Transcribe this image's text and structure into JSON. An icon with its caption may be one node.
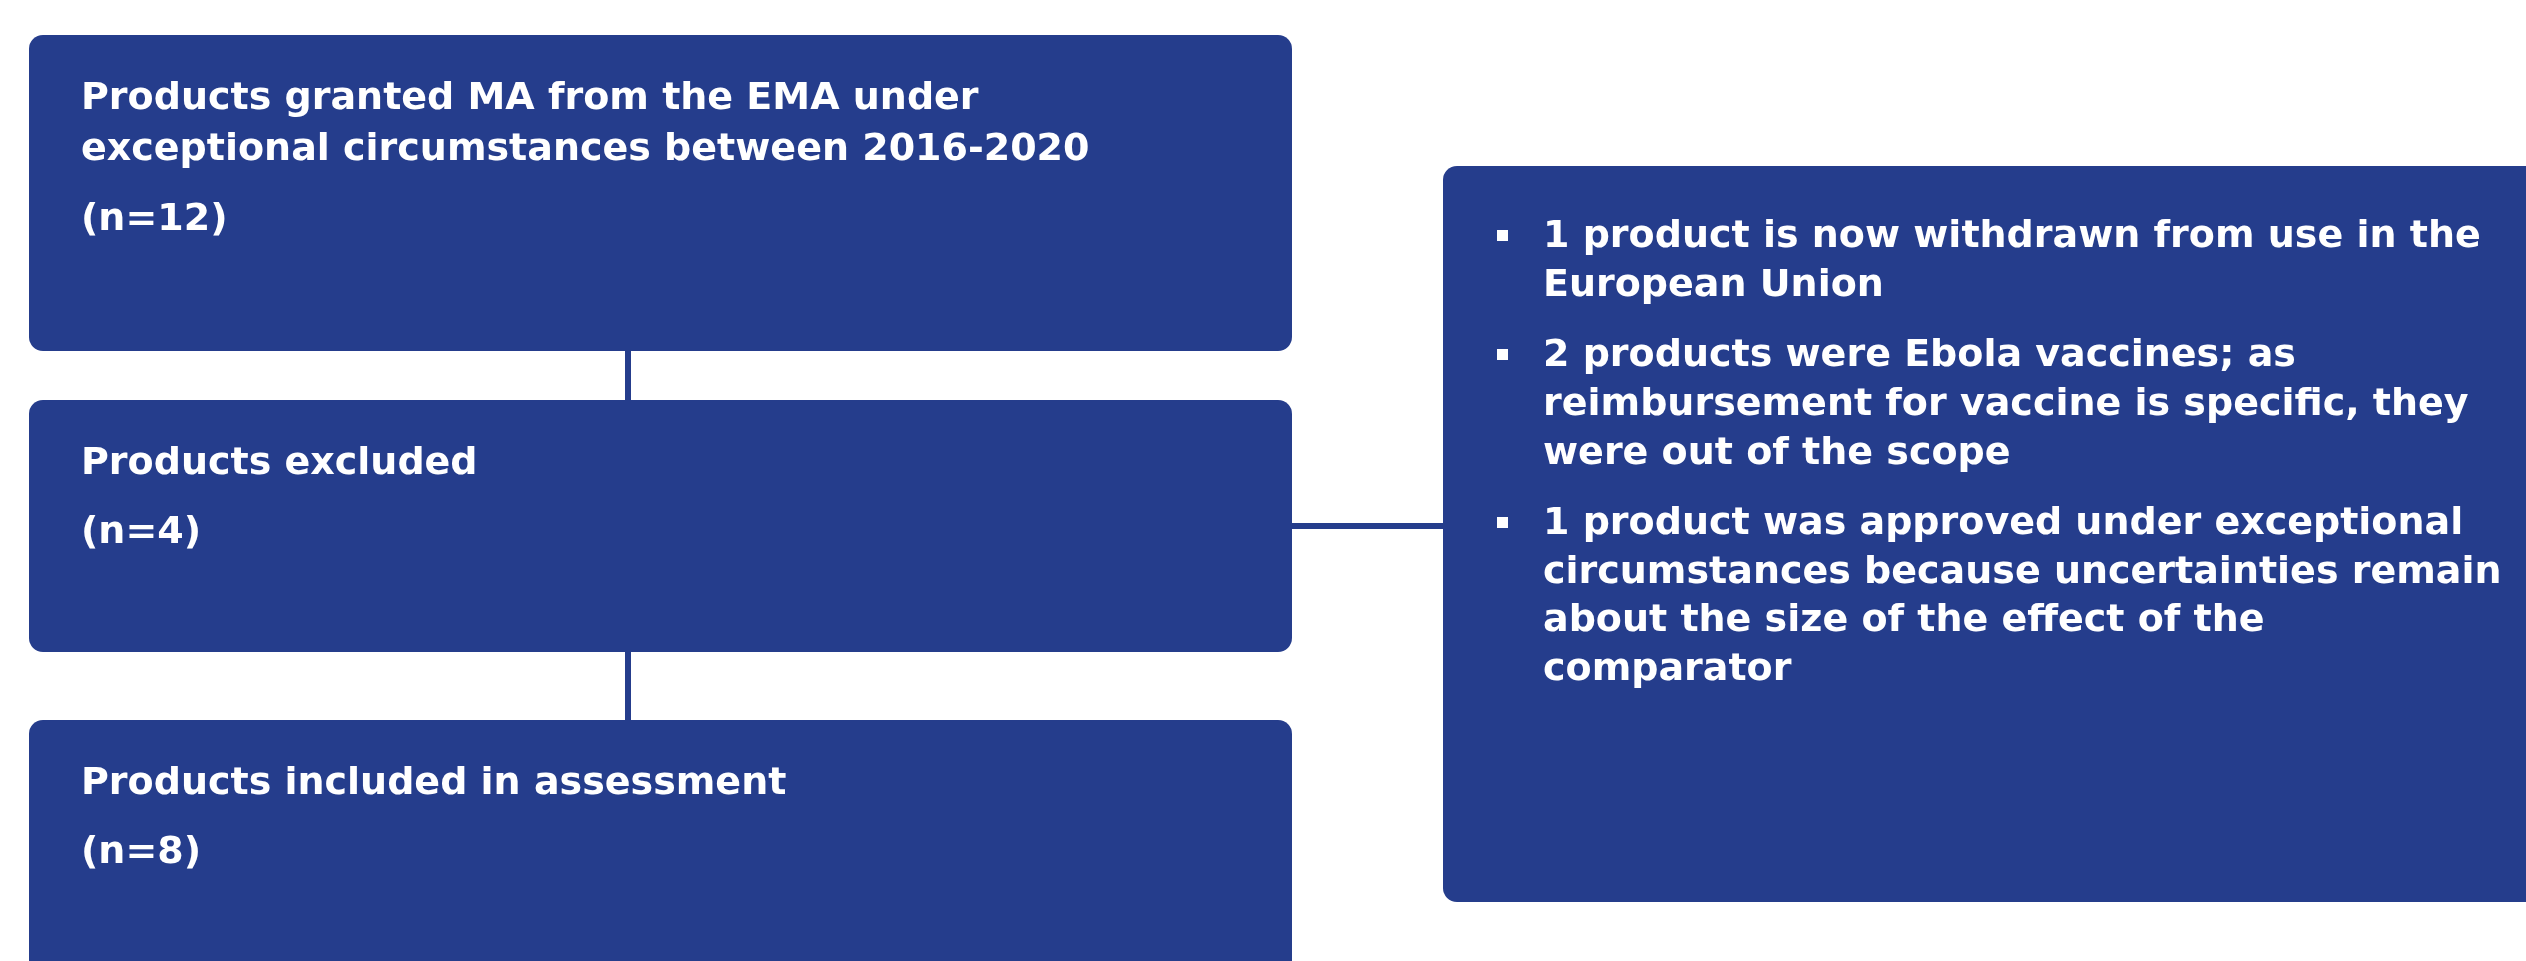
{
  "diagram": {
    "nodes": [
      {
        "text": [
          "Products granted MA from the EMA under exceptional circumstances between 2016-2020",
          "(n=12)"
        ]
      },
      {
        "text": [
          "Products excluded",
          "(n=4)"
        ]
      },
      {
        "text": [
          "Products included in assessment",
          "(n=8)"
        ]
      },
      {
        "text": [
          "1 product is now withdrawn from use in the European Union",
          "2 products were Ebola vaccines; as reimbursement for vaccine is specific, they were out of the scope",
          "1 product was approved under exceptional circumstances because uncertainties remain about the size of the effect of the comparator"
        ]
      }
    ],
    "edges": [
      {
        "from": 0,
        "to": 1,
        "arrow": "none"
      },
      {
        "from": 1,
        "to": 2,
        "arrow": "none"
      },
      {
        "from": 1,
        "to": 3,
        "arrow": "none"
      }
    ]
  }
}
